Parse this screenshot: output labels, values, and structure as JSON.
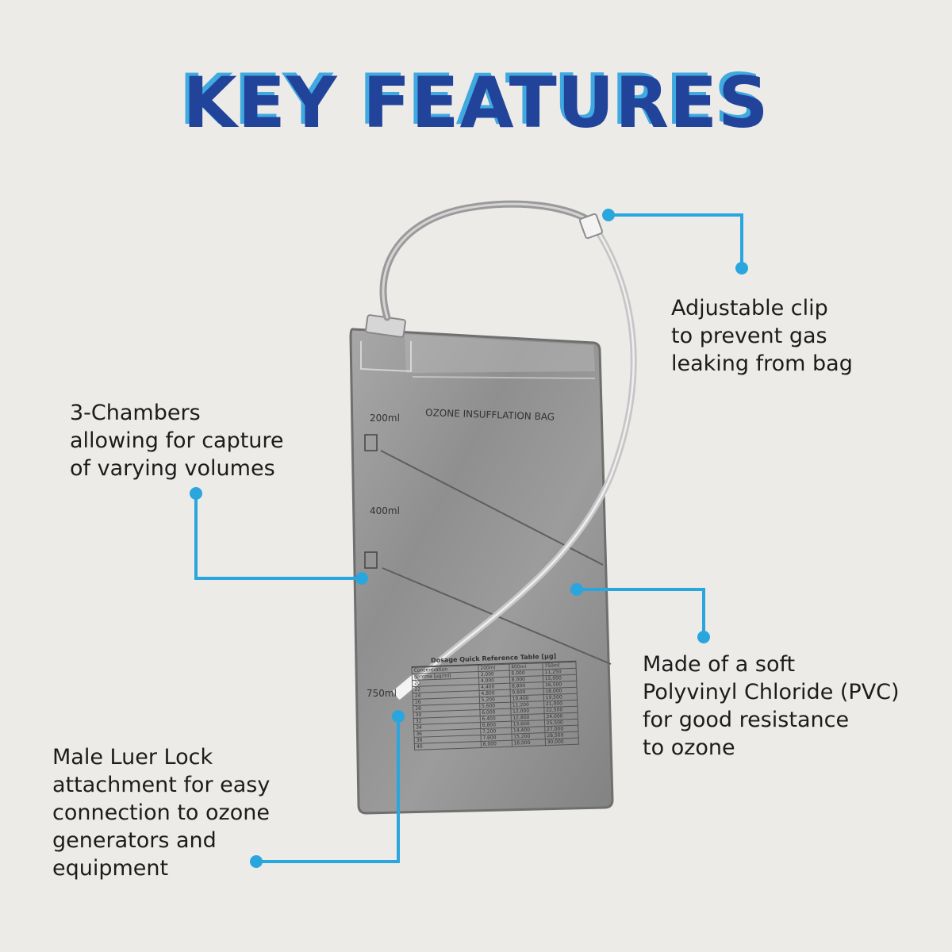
{
  "title": "KEY FEATURES",
  "colors": {
    "background": "#ecebe8",
    "title": "#22439a",
    "title_shadow": "#3fa9e0",
    "callout_line": "#2aa6de",
    "text": "#1c1c1c"
  },
  "product": {
    "bag_label": "OZONE INSUFFLATION BAG",
    "volume_marks": [
      "200ml",
      "400ml",
      "750ml"
    ],
    "table_title": "Dosage Quick Reference Table [µg]",
    "table_headers": [
      "Concentration",
      "200ml",
      "400ml",
      "750ml"
    ],
    "table_subheader": "gamma [µg/ml]",
    "table_rows": [
      [
        "",
        "3,000",
        "6,000",
        "11,250"
      ],
      [
        "20",
        "4,000",
        "8,000",
        "15,000"
      ],
      [
        "22",
        "4,400",
        "8,800",
        "16,500"
      ],
      [
        "24",
        "4,800",
        "9,600",
        "18,000"
      ],
      [
        "26",
        "5,200",
        "10,400",
        "19,500"
      ],
      [
        "28",
        "5,600",
        "11,200",
        "21,000"
      ],
      [
        "30",
        "6,000",
        "12,000",
        "22,500"
      ],
      [
        "32",
        "6,400",
        "12,800",
        "24,000"
      ],
      [
        "34",
        "6,800",
        "13,600",
        "25,500"
      ],
      [
        "36",
        "7,200",
        "14,400",
        "27,000"
      ],
      [
        "38",
        "7,600",
        "15,200",
        "28,500"
      ],
      [
        "40",
        "8,000",
        "16,000",
        "30,000"
      ]
    ]
  },
  "features": {
    "clip": [
      "Adjustable clip",
      "to prevent gas",
      "leaking from bag"
    ],
    "chambers": [
      "3-Chambers",
      "allowing for capture",
      "of varying volumes"
    ],
    "pvc": [
      "Made of a soft",
      "Polyvinyl Chloride (PVC)",
      "for good resistance",
      "to ozone"
    ],
    "luer": [
      "Male Luer Lock",
      "attachment for easy",
      "connection to ozone",
      "generators and",
      "equipment"
    ]
  }
}
